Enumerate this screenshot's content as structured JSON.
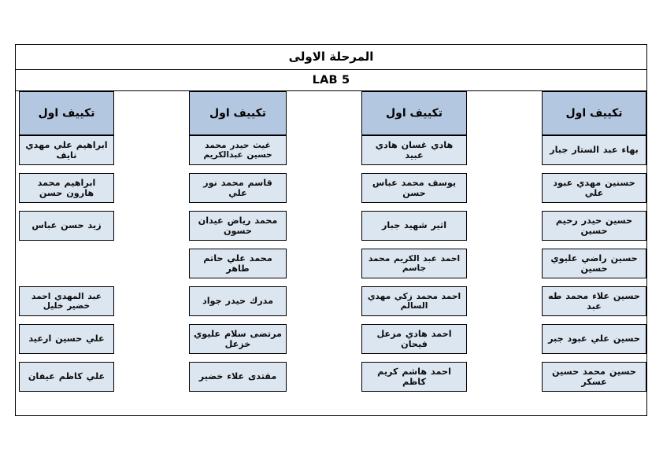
{
  "document": {
    "stage_title": "المرحلة الاولى",
    "lab_label": "LAB 5"
  },
  "colors": {
    "header_fill": "#b4c7e0",
    "cell_fill": "#dce6f1",
    "border": "#000000",
    "page_background": "#ffffff",
    "text": "#0d0d0d"
  },
  "table": {
    "columns": [
      {
        "header": "تكييف اول",
        "cells": [
          "بهاء عبد الستار جبار",
          "حسنين مهدي عبود علي",
          "حسين حيدر رحيم حسين",
          "حسين راضي عليوي حسين",
          "حسين علاء محمد طه عبد",
          "حسين علي عبود جبر",
          "حسين محمد حسين عسكر"
        ]
      },
      {
        "header": "تكييف اول",
        "cells": [
          "هادي غسان هادي عبيد",
          "يوسف محمد عباس حسن",
          "اثير شهيد جبار",
          "احمد عبد الكريم محمد جاسم",
          "احمد محمد زكي مهدي السالم",
          "احمد هادي مزعل فيحان",
          "احمد هاشم كريم كاظم"
        ]
      },
      {
        "header": "تكييف اول",
        "cells": [
          "غيث حيدر محمد حسين عبدالكريم",
          "قاسم محمد نور علي",
          "محمد رياض عيدان حسون",
          "محمد علي حاتم طاهر",
          "مدرك حيدر جواد",
          "مرتضى سلام عليوي خزعل",
          "مقتدى علاء خضير"
        ]
      },
      {
        "header": "تكييف اول",
        "cells": [
          "ابراهيم علي مهدي نايف",
          "ابراهيم محمد هارون حسن",
          "زيد حسن عباس",
          "",
          "عبد المهدي احمد خضير خليل",
          "علي حسين ارعيد",
          "علي كاظم عيفان"
        ]
      }
    ]
  }
}
